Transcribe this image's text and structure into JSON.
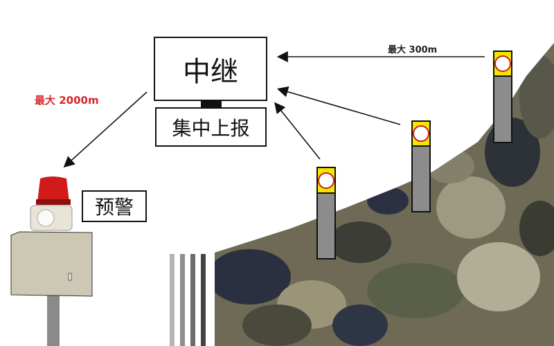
{
  "relay": {
    "title": "中继",
    "report": "集中上报"
  },
  "alarm": {
    "label": "预警"
  },
  "ranges": {
    "alarm_range": "最大 2000m",
    "sensor_range": "最大 300m"
  },
  "colors": {
    "range_red": "#d9262c",
    "sensor_yellow": "#f5e600",
    "sensor_gray": "#8c8c8c",
    "beacon_red": "#d11a1a"
  }
}
